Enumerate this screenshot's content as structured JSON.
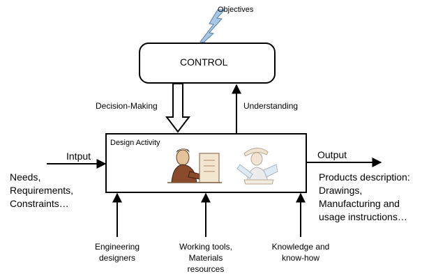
{
  "objectives": "Objectives",
  "control": "CONTROL",
  "decision_making": "Decision-Making",
  "understanding": "Understanding",
  "design_activity": "Design Activity",
  "input_label": "Intput",
  "output_label": "Output",
  "inputs": [
    "Needs,",
    "Requirements,",
    "Constraints…"
  ],
  "outputs": [
    "Products description:",
    "Drawings,",
    "Manufacturing and",
    "usage instructions…"
  ],
  "mechanisms": {
    "engineering_designers": [
      "Engineering",
      "designers"
    ],
    "working_tools": [
      "Working tools,",
      "Materials",
      "resources"
    ],
    "knowledge": [
      "Knowledge and",
      "know-how"
    ]
  },
  "colors": {
    "lightning": "#a6c8e6",
    "skin": "#e3c29a",
    "suit": "#8b4a2b"
  }
}
